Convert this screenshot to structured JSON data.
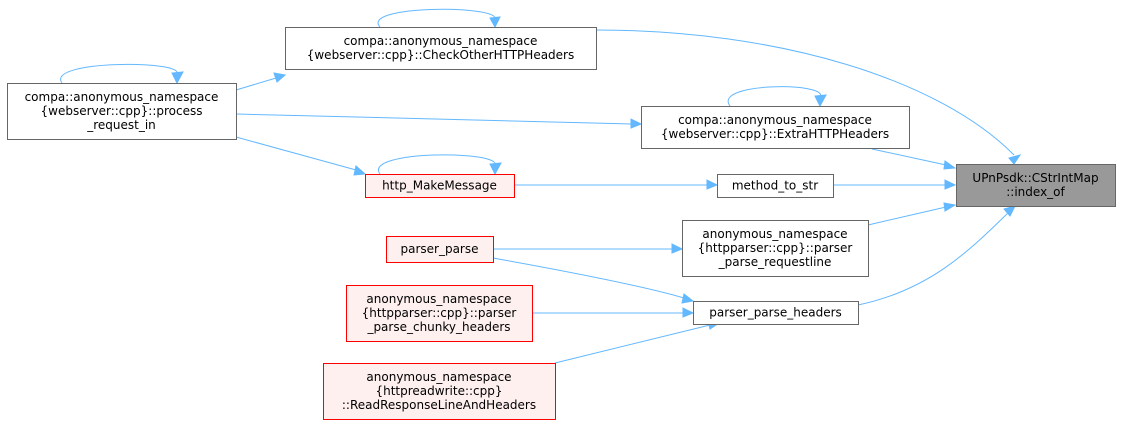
{
  "colors": {
    "edge": "#63b8ff",
    "normal_fill": "#ffffff",
    "normal_stroke": "#666666",
    "red_fill": "#fff0f0",
    "red_stroke": "#ff0000",
    "focus_fill": "#999999",
    "focus_stroke": "#666666"
  },
  "nodes": [
    {
      "id": "index_of",
      "style": "focus",
      "lines": [
        "UPnPsdk::CStrIntMap",
        "::index_of"
      ]
    },
    {
      "id": "check_other",
      "style": "normal",
      "lines": [
        "compa::anonymous_namespace",
        "{webserver::cpp}::CheckOtherHTTPHeaders"
      ]
    },
    {
      "id": "process_request_in",
      "style": "normal",
      "lines": [
        "compa::anonymous_namespace",
        "{webserver::cpp}::process",
        "_request_in"
      ]
    },
    {
      "id": "extra_http",
      "style": "normal",
      "lines": [
        "compa::anonymous_namespace",
        "{webserver::cpp}::ExtraHTTPHeaders"
      ]
    },
    {
      "id": "http_makemessage",
      "style": "red",
      "lines": [
        "http_MakeMessage"
      ]
    },
    {
      "id": "method_to_str",
      "style": "normal",
      "lines": [
        "method_to_str"
      ]
    },
    {
      "id": "parser_parse",
      "style": "red",
      "lines": [
        "parser_parse"
      ]
    },
    {
      "id": "parse_requestline",
      "style": "normal",
      "lines": [
        "anonymous_namespace",
        "{httpparser::cpp}::parser",
        "_parse_requestline"
      ]
    },
    {
      "id": "parse_headers",
      "style": "normal",
      "lines": [
        "parser_parse_headers"
      ]
    },
    {
      "id": "chunky_headers",
      "style": "red",
      "lines": [
        "anonymous_namespace",
        "{httpparser::cpp}::parser",
        "_parse_chunky_headers"
      ]
    },
    {
      "id": "read_response",
      "style": "red",
      "lines": [
        "anonymous_namespace",
        "{httpreadwrite::cpp}",
        "::ReadResponseLineAndHeaders"
      ]
    }
  ],
  "edges": [
    {
      "from": "check_other",
      "to": "index_of"
    },
    {
      "from": "check_other",
      "to": "check_other",
      "self": true
    },
    {
      "from": "process_request_in",
      "to": "check_other"
    },
    {
      "from": "process_request_in",
      "to": "process_request_in",
      "self": true
    },
    {
      "from": "process_request_in",
      "to": "extra_http"
    },
    {
      "from": "process_request_in",
      "to": "http_makemessage"
    },
    {
      "from": "extra_http",
      "to": "index_of"
    },
    {
      "from": "extra_http",
      "to": "extra_http",
      "self": true
    },
    {
      "from": "http_makemessage",
      "to": "http_makemessage",
      "self": true
    },
    {
      "from": "http_makemessage",
      "to": "method_to_str"
    },
    {
      "from": "method_to_str",
      "to": "index_of"
    },
    {
      "from": "parser_parse",
      "to": "parse_requestline"
    },
    {
      "from": "parser_parse",
      "to": "parse_headers"
    },
    {
      "from": "parse_requestline",
      "to": "index_of"
    },
    {
      "from": "parse_headers",
      "to": "index_of"
    },
    {
      "from": "chunky_headers",
      "to": "parse_headers"
    },
    {
      "from": "read_response",
      "to": "parse_headers"
    }
  ]
}
